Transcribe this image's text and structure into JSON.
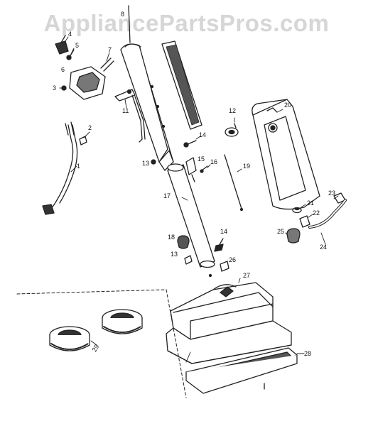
{
  "watermark": "AppliancePartsPros.com",
  "callouts": {
    "c1": "1",
    "c2": "2",
    "c3": "3",
    "c4": "4",
    "c5": "5",
    "c6": "6",
    "c7": "7",
    "c8": "8",
    "c11": "11",
    "c12": "12",
    "c13a": "13",
    "c14a": "14",
    "c15": "15",
    "c16": "16",
    "c17": "17",
    "c18": "18",
    "c13b": "13",
    "c14b": "14",
    "c19": "19",
    "c20": "20",
    "c21": "21",
    "c22": "22",
    "c23": "23",
    "c24": "24",
    "c25": "25",
    "c26": "26",
    "c27": "27",
    "c28": "28",
    "c29": "29"
  }
}
